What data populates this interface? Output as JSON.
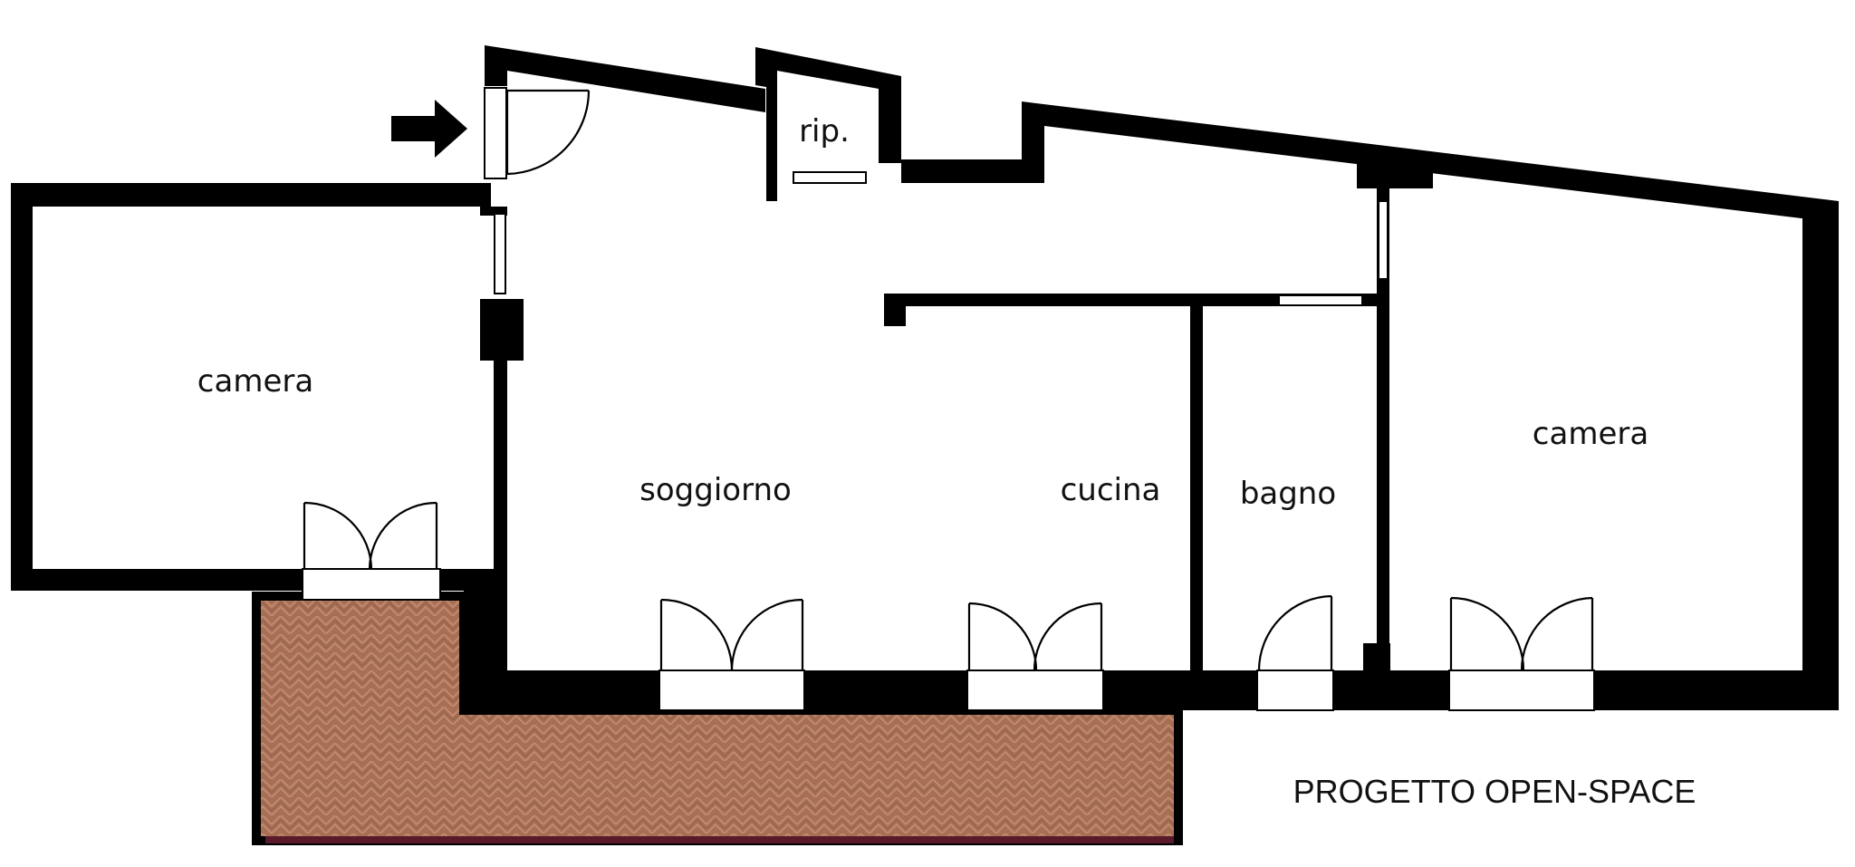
{
  "plan": {
    "rooms": {
      "camera_left": "camera",
      "soggiorno": "soggiorno",
      "cucina": "cucina",
      "bagno": "bagno",
      "camera_right": "camera",
      "ripostiglio": "rip."
    },
    "caption": "PROGETTO OPEN-SPACE",
    "icons": {
      "entrance": "entrance-arrow-icon"
    },
    "colors": {
      "wall": "#000000",
      "floor": "#ffffff",
      "terrace": "#a86f55",
      "terrace_edge": "#5a1a2a"
    }
  }
}
